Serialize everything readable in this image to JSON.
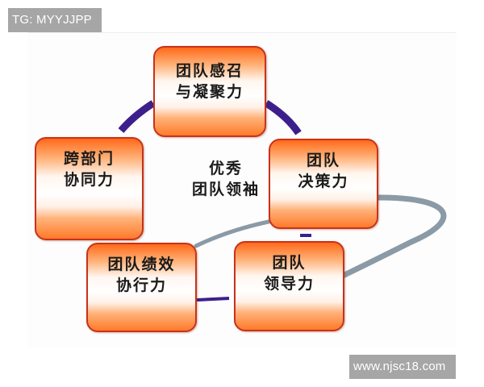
{
  "watermarks": {
    "top_left": "TG: MYYJJPP",
    "bottom_right": "www.njsc18.com"
  },
  "diagram": {
    "center": {
      "line1": "优秀",
      "line2": "团队领袖"
    },
    "nodes": [
      {
        "id": "cohesion",
        "line1": "团队感召",
        "line2": "与凝聚力"
      },
      {
        "id": "decision",
        "line1": "团队",
        "line2": "决策力"
      },
      {
        "id": "leadership",
        "line1": "团队",
        "line2": "领导力"
      },
      {
        "id": "execution",
        "line1": "团队绩效",
        "line2": "协行力"
      },
      {
        "id": "cross-dept",
        "line1": "跨部门",
        "line2": "协同力"
      }
    ],
    "colors": {
      "box_border": "#c8321a",
      "box_orange": "#ff6a1a",
      "connector_purple": "#3d1f8c",
      "orbit_gray": "#8a9aa6",
      "text": "#1a1a1a"
    }
  }
}
